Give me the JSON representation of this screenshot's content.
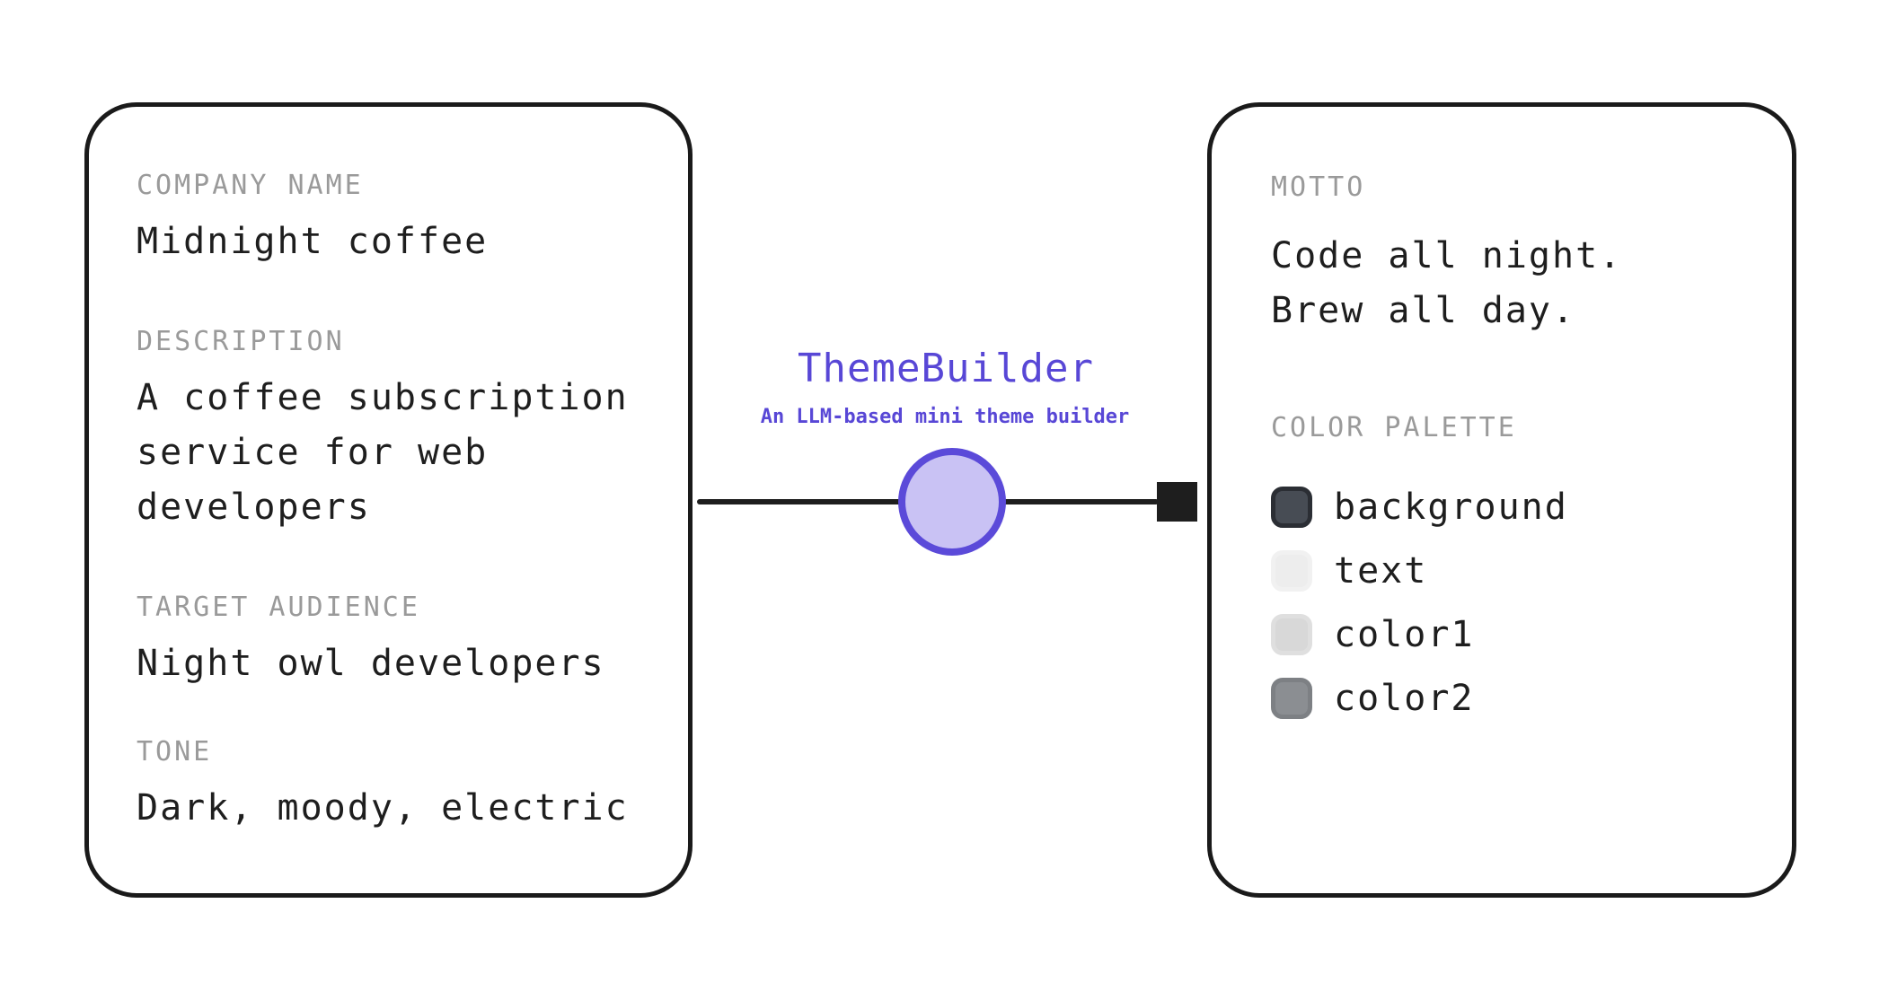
{
  "diagram": {
    "input_card": {
      "fields": [
        {
          "label": "COMPANY NAME",
          "value": "Midnight coffee"
        },
        {
          "label": "DESCRIPTION",
          "value": "A coffee subscription service for web developers"
        },
        {
          "label": "TARGET AUDIENCE",
          "value": "Night owl developers"
        },
        {
          "label": "TONE",
          "value": "Dark, moody, electric"
        }
      ]
    },
    "builder": {
      "title": "ThemeBuilder",
      "subtitle": "An LLM-based mini theme builder",
      "accent_color": "#5847d6",
      "node_fill": "#c9c2f4",
      "node_stroke": "#5b4ad9",
      "arrow_color": "#1e1e1e"
    },
    "output_card": {
      "motto": {
        "label": "MOTTO",
        "lines": [
          "Code all night.",
          "Brew all day."
        ]
      },
      "palette": {
        "label": "COLOR PALETTE",
        "swatches": [
          {
            "name": "background",
            "fill": "#474c54",
            "border": "#2b2e34"
          },
          {
            "name": "text",
            "fill": "#ededed",
            "border": "#f1f1f1"
          },
          {
            "name": "color1",
            "fill": "#d8d8d8",
            "border": "#dfdfdf"
          },
          {
            "name": "color2",
            "fill": "#8b8e92",
            "border": "#7d8084"
          }
        ]
      }
    },
    "label_color": "#9a9a9a",
    "text_color": "#1e1e1e"
  }
}
